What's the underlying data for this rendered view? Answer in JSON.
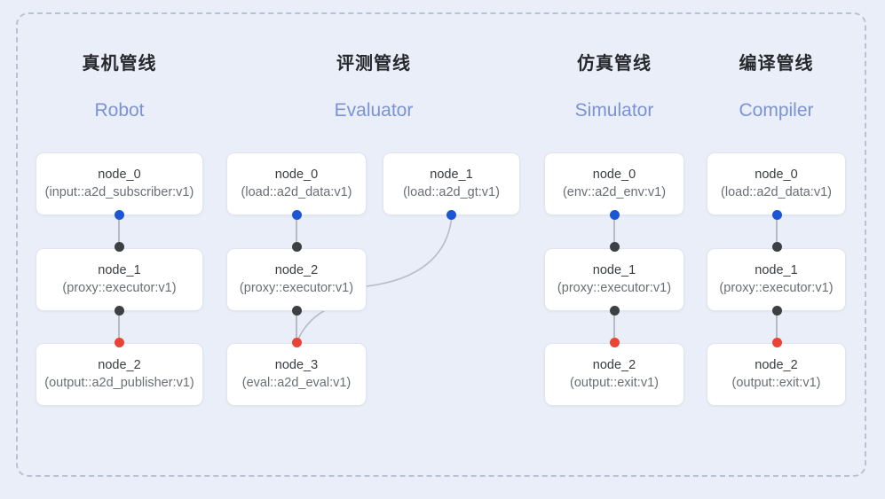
{
  "diagram": {
    "title_visible": false,
    "colors": {
      "background": "#e9eef8",
      "frame_border": "#b9c2d4",
      "node_fill": "#ffffff",
      "node_border": "#e0e4ec",
      "heading_cn": "#26282c",
      "heading_en": "#7b93d4",
      "dot_blue": "#1a56d6",
      "dot_black": "#3c4043",
      "dot_red": "#ea4335",
      "edge": "#b6bbc6"
    },
    "columns": [
      {
        "cn": "真机管线",
        "en": "Robot",
        "nodes": [
          {
            "title": "node_0",
            "sub": "(input::a2d_subscriber:v1)"
          },
          {
            "title": "node_1",
            "sub": "(proxy::executor:v1)"
          },
          {
            "title": "node_2",
            "sub": "(output::a2d_publisher:v1)"
          }
        ]
      },
      {
        "cn": "评测管线",
        "en": "Evaluator",
        "nodes": [
          {
            "title": "node_0",
            "sub": "(load::a2d_data:v1)"
          },
          {
            "title": "node_2",
            "sub": "(proxy::executor:v1)"
          },
          {
            "title": "node_3",
            "sub": "(eval::a2d_eval:v1)"
          }
        ],
        "side_nodes": [
          {
            "title": "node_1",
            "sub": "(load::a2d_gt:v1)"
          }
        ]
      },
      {
        "cn": "仿真管线",
        "en": "Simulator",
        "nodes": [
          {
            "title": "node_0",
            "sub": "(env::a2d_env:v1)"
          },
          {
            "title": "node_1",
            "sub": "(proxy::executor:v1)"
          },
          {
            "title": "node_2",
            "sub": "(output::exit:v1)"
          }
        ]
      },
      {
        "cn": "编译管线",
        "en": "Compiler",
        "nodes": [
          {
            "title": "node_0",
            "sub": "(load::a2d_data:v1)"
          },
          {
            "title": "node_1",
            "sub": "(proxy::executor:v1)"
          },
          {
            "title": "node_2",
            "sub": "(output::exit:v1)"
          }
        ]
      }
    ]
  }
}
